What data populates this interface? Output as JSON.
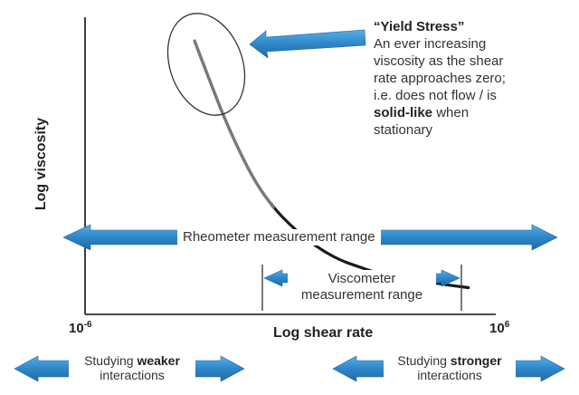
{
  "chart_data": {
    "type": "line",
    "scale": "log-log",
    "xlabel": "Log shear rate",
    "ylabel": "Log viscosity",
    "x_ticks": {
      "min": "10",
      "min_exp": "-6",
      "max": "10",
      "max_exp": "6"
    },
    "series": [
      {
        "x": [
          -2.8,
          -2.4,
          -2.0,
          -1.5,
          -1.0,
          -0.5,
          0.0,
          0.5,
          1.0,
          1.5,
          2.0,
          2.5,
          3.0,
          3.5,
          4.0,
          4.5,
          5.2
        ],
        "y": [
          0.92,
          0.8,
          0.68,
          0.55,
          0.44,
          0.36,
          0.3,
          0.25,
          0.21,
          0.18,
          0.16,
          0.14,
          0.13,
          0.12,
          0.11,
          0.1,
          0.09
        ]
      }
    ]
  },
  "annotation": {
    "title": "“Yield Stress”",
    "line1": "An ever increasing",
    "line2": "viscosity as the shear",
    "line3": "rate approaches zero;",
    "line4": "i.e. does not flow / is",
    "line5_bold": "solid-like",
    "line5_rest": " when",
    "line6": "stationary"
  },
  "ranges": {
    "rheometer": "Rheometer measurement range",
    "viscometer_line1": "Viscometer",
    "viscometer_line2": "measurement range"
  },
  "captions": {
    "weaker_prefix": "Studying ",
    "weaker_bold": "weaker",
    "weaker_line2": "interactions",
    "stronger_prefix": "Studying ",
    "stronger_bold": "stronger",
    "stronger_line2": "interactions"
  },
  "colors": {
    "arrow_blue": "#2E86C8",
    "curve_dark": "#1a1a1a",
    "curve_yield": "#7a7a7a"
  }
}
